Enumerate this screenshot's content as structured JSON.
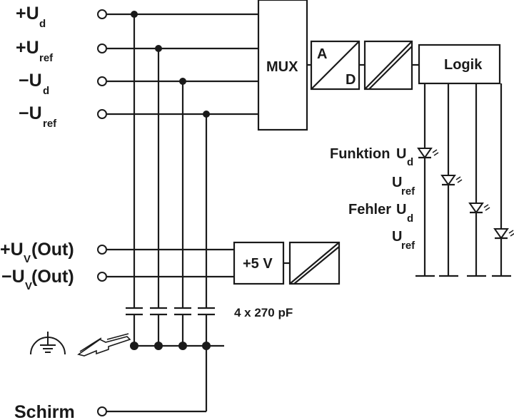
{
  "inputs": [
    {
      "main": "+U",
      "sub": "d"
    },
    {
      "main": "+U",
      "sub": "ref"
    },
    {
      "main": "−U",
      "sub": "d"
    },
    {
      "main": "−U",
      "sub": "ref"
    }
  ],
  "outputs": [
    {
      "main": "+U",
      "sub": "V",
      "suffix": "(Out)"
    },
    {
      "main": "−U",
      "sub": "V",
      "suffix": "(Out)"
    }
  ],
  "shield_label": "Schirm",
  "blocks": {
    "mux": "MUX",
    "adc_a": "A",
    "adc_d": "D",
    "logic": "Logik",
    "supply": "+5 V"
  },
  "capacitors_label": "4 x 270 pF",
  "leds": [
    {
      "prefix": "Funktion",
      "main": "U",
      "sub": "d"
    },
    {
      "prefix": "",
      "main": "U",
      "sub": "ref"
    },
    {
      "prefix": "Fehler",
      "main": "U",
      "sub": "d"
    },
    {
      "prefix": "",
      "main": "U",
      "sub": "ref"
    }
  ]
}
